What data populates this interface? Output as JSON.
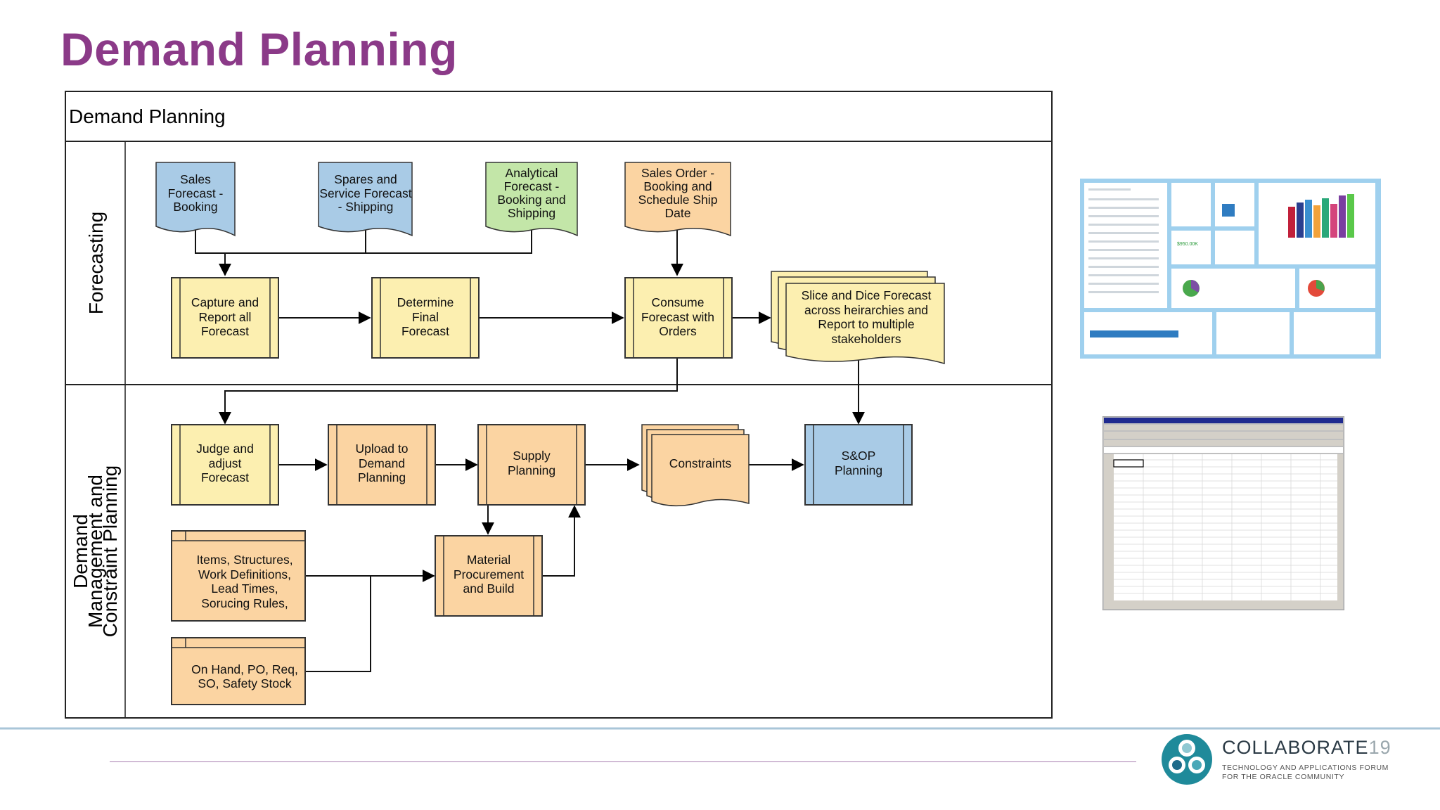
{
  "slide": {
    "title": "Demand Planning"
  },
  "diagram": {
    "pool_title": "Demand Planning",
    "lanes": {
      "forecasting": "Forecasting",
      "demand_management": [
        "Demand",
        "Management and",
        "Constraint Planning"
      ]
    },
    "nodes": {
      "sales_forecast": [
        "Sales",
        "Forecast -",
        "Booking"
      ],
      "spares_forecast": [
        "Spares and",
        "Service Forecast",
        "- Shipping"
      ],
      "analytical_forecast": [
        "Analytical",
        "Forecast -",
        "Booking and",
        "Shipping"
      ],
      "sales_order": [
        "Sales Order -",
        "Booking and",
        "Schedule Ship",
        "Date"
      ],
      "capture_report": [
        "Capture and",
        "Report all",
        "Forecast"
      ],
      "determine_final": [
        "Determine",
        "Final",
        "Forecast"
      ],
      "consume_forecast": [
        "Consume",
        "Forecast with",
        "Orders"
      ],
      "slice_dice": [
        "Slice and Dice Forecast",
        "across heirarchies and",
        "Report  to multiple",
        "stakeholders"
      ],
      "judge_adjust": [
        "Judge and",
        "adjust",
        "Forecast"
      ],
      "upload_demand": [
        "Upload  to",
        "Demand",
        "Planning"
      ],
      "supply_planning": [
        "Supply",
        "Planning"
      ],
      "constraints": [
        "Constraints"
      ],
      "sop_planning": [
        "S&OP",
        "Planning"
      ],
      "items_structures": [
        "Items, Structures,",
        "Work Definitions,",
        "Lead Times,",
        "Sorucing Rules,"
      ],
      "material_procurement": [
        "Material",
        "Procurement",
        "and Build"
      ],
      "on_hand": [
        "On Hand, PO, Req,",
        "SO, Safety Stock"
      ]
    }
  },
  "colors": {
    "title": "#8b3a88",
    "blue_fill": "#a9cbe6",
    "green_fill": "#c3e6a8",
    "orange_fill": "#fbd4a2",
    "yellow_fill": "#fcefb0",
    "footer_blue": "#a9c6d8",
    "footer_purple": "#a77cae"
  },
  "footer": {
    "brand": "COLLABORATE",
    "brand_number": "19",
    "tagline_1": "TECHNOLOGY AND APPLICATIONS FORUM",
    "tagline_2": "FOR THE ORACLE COMMUNITY"
  },
  "icons": [
    "collaborate-logo-icon",
    "dashboard-screenshot-thumbnail",
    "spreadsheet-screenshot-thumbnail"
  ]
}
